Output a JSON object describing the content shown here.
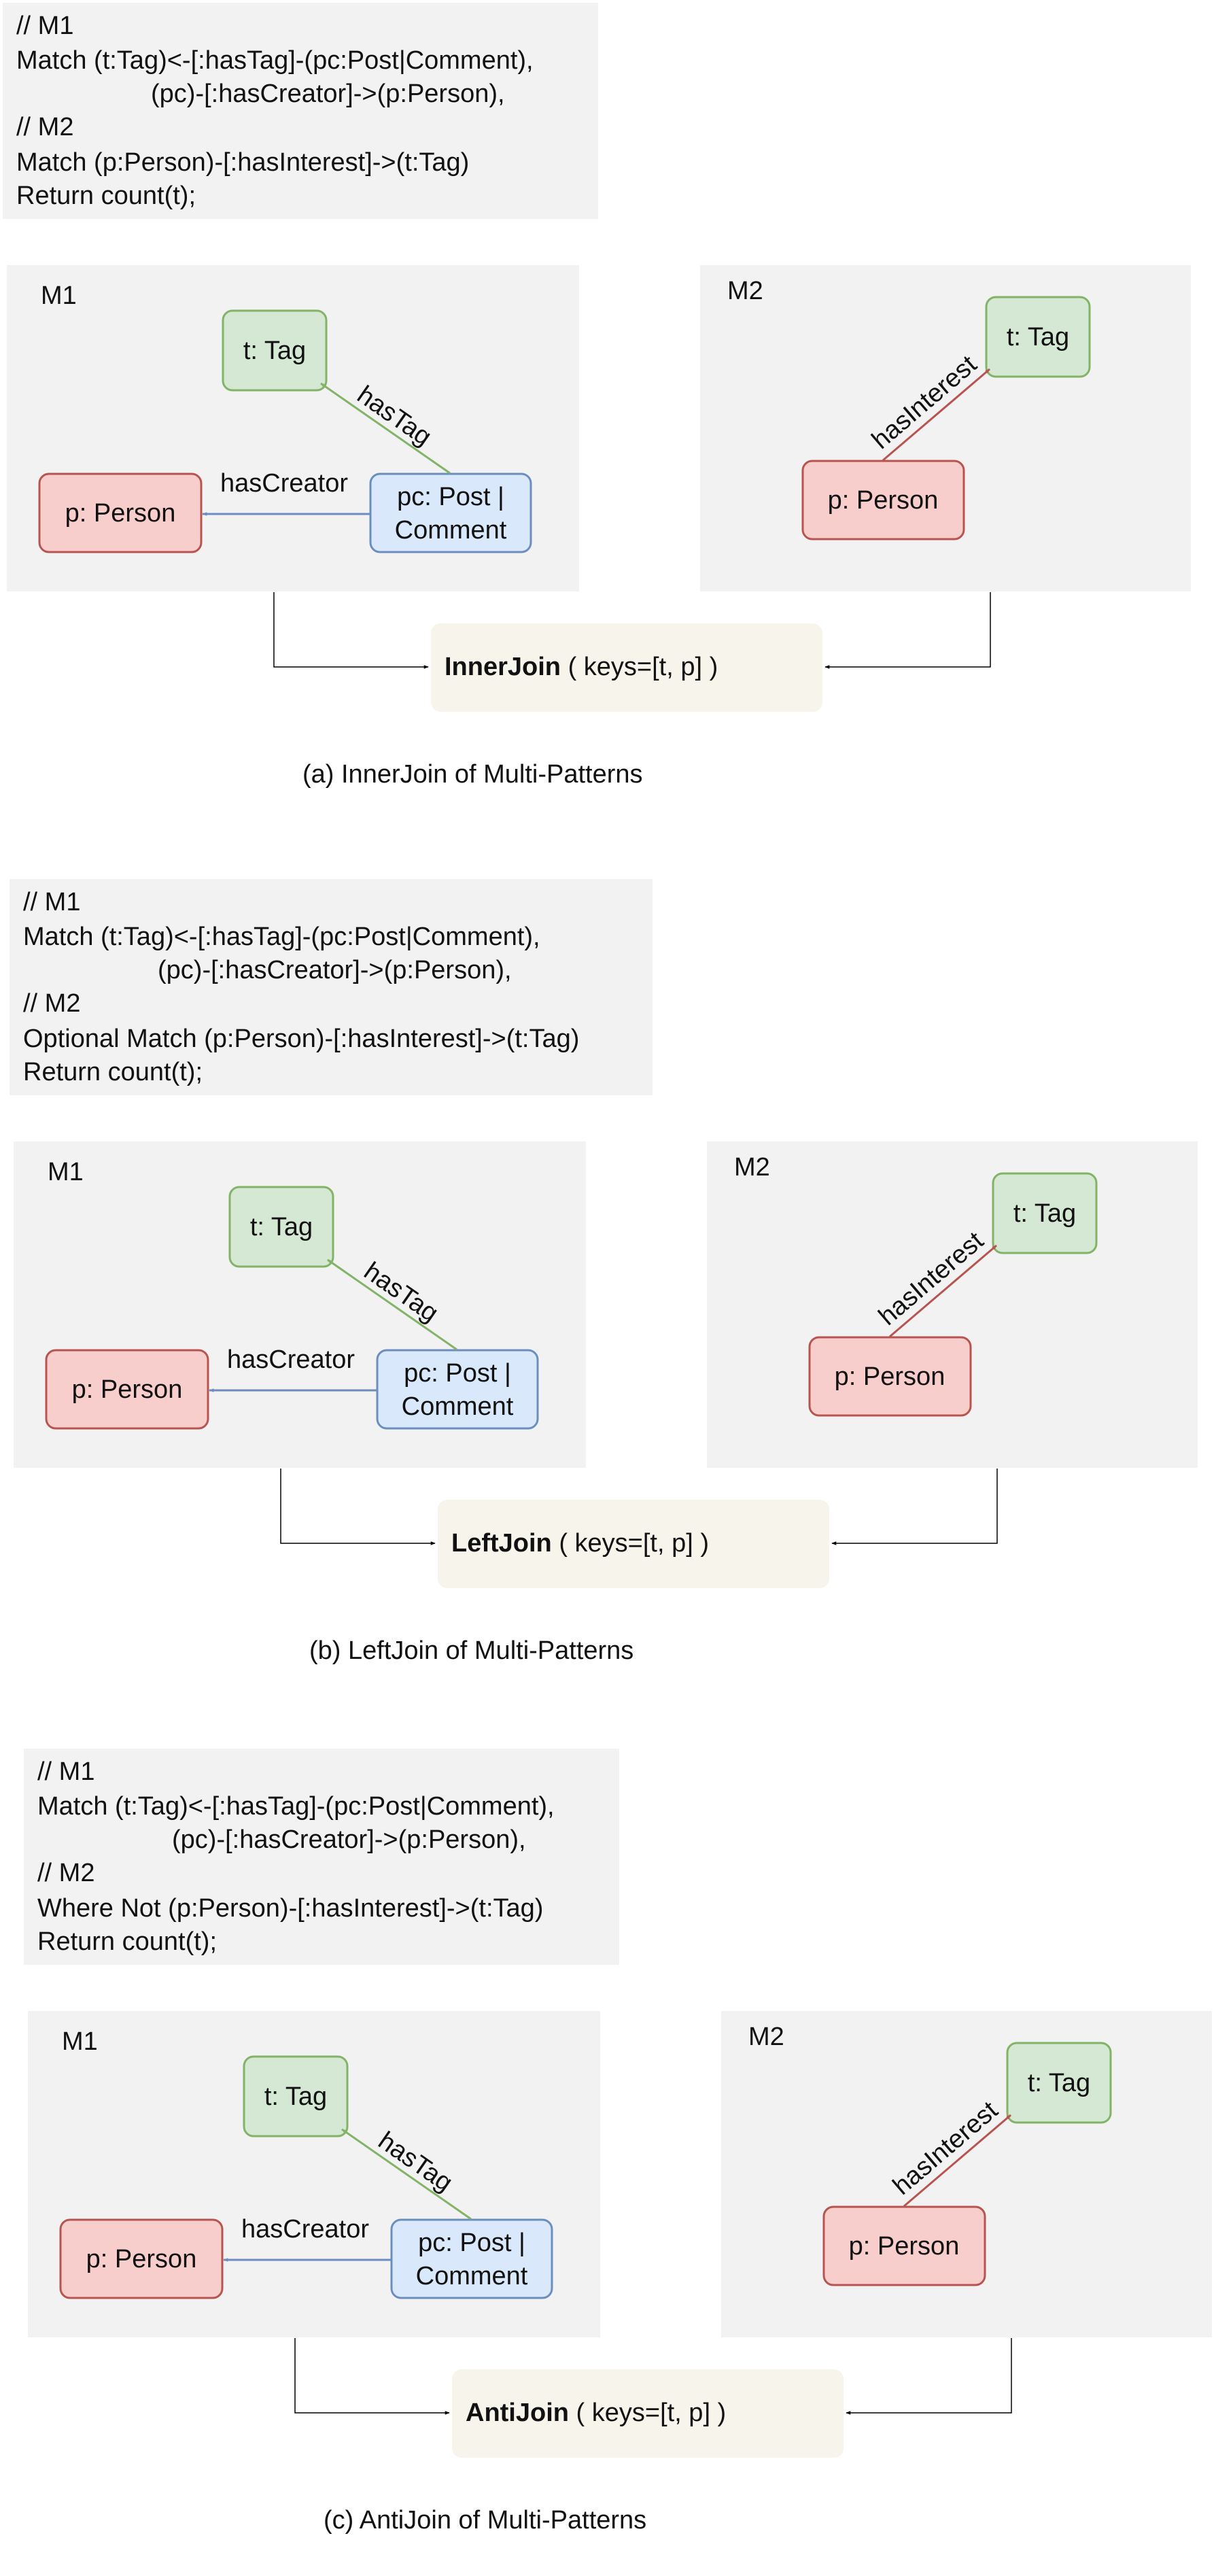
{
  "sections": [
    {
      "code_lines": [
        "// M1",
        "Match (t:Tag)<-[:hasTag]-(pc:Post|Comment),",
        "(pc)-[:hasCreator]->(p:Person),",
        "// M2",
        "Match (p:Person)-[:hasInterest]->(t:Tag)",
        "Return count(t);"
      ],
      "panel1": {
        "label": "M1",
        "tag": "t: Tag",
        "person": "p: Person",
        "post_line1": "pc: Post |",
        "post_line2": "Comment",
        "has_tag": "hasTag",
        "has_creator": "hasCreator"
      },
      "panel2": {
        "label": "M2",
        "tag": "t: Tag",
        "person": "p: Person",
        "has_interest": "hasInterest"
      },
      "join": {
        "name": "InnerJoin",
        "keys": " ( keys=[t, p] )"
      },
      "caption": "(a) InnerJoin of Multi-Patterns"
    },
    {
      "code_lines": [
        "// M1",
        "Match (t:Tag)<-[:hasTag]-(pc:Post|Comment),",
        "(pc)-[:hasCreator]->(p:Person),",
        "// M2",
        "Optional Match (p:Person)-[:hasInterest]->(t:Tag)",
        "Return count(t);"
      ],
      "panel1": {
        "label": "M1",
        "tag": "t: Tag",
        "person": "p: Person",
        "post_line1": "pc: Post |",
        "post_line2": "Comment",
        "has_tag": "hasTag",
        "has_creator": "hasCreator"
      },
      "panel2": {
        "label": "M2",
        "tag": "t: Tag",
        "person": "p: Person",
        "has_interest": "hasInterest"
      },
      "join": {
        "name": "LeftJoin",
        "keys": " ( keys=[t, p] )"
      },
      "caption": "(b) LeftJoin of Multi-Patterns"
    },
    {
      "code_lines": [
        "// M1",
        "Match (t:Tag)<-[:hasTag]-(pc:Post|Comment),",
        "(pc)-[:hasCreator]->(p:Person),",
        "// M2",
        "Where Not (p:Person)-[:hasInterest]->(t:Tag)",
        "Return count(t);"
      ],
      "panel1": {
        "label": "M1",
        "tag": "t: Tag",
        "person": "p: Person",
        "post_line1": "pc: Post |",
        "post_line2": "Comment",
        "has_tag": "hasTag",
        "has_creator": "hasCreator"
      },
      "panel2": {
        "label": "M2",
        "tag": "t: Tag",
        "person": "p: Person",
        "has_interest": "hasInterest"
      },
      "join": {
        "name": "AntiJoin",
        "keys": " ( keys=[t, p] )"
      },
      "caption": "(c) AntiJoin of Multi-Patterns"
    }
  ],
  "colors": {
    "panel_bg": "#f2f2f2",
    "tag_fill": "#d5e8d4",
    "tag_stroke": "#82b366",
    "person_fill": "#f8cecc",
    "person_stroke": "#b85450",
    "post_fill": "#dae8fc",
    "post_stroke": "#6c8ebf",
    "join_fill": "#f7f4ec",
    "edge_tag": "#82b366",
    "edge_creator": "#6c8ebf",
    "edge_interest": "#b85450"
  }
}
